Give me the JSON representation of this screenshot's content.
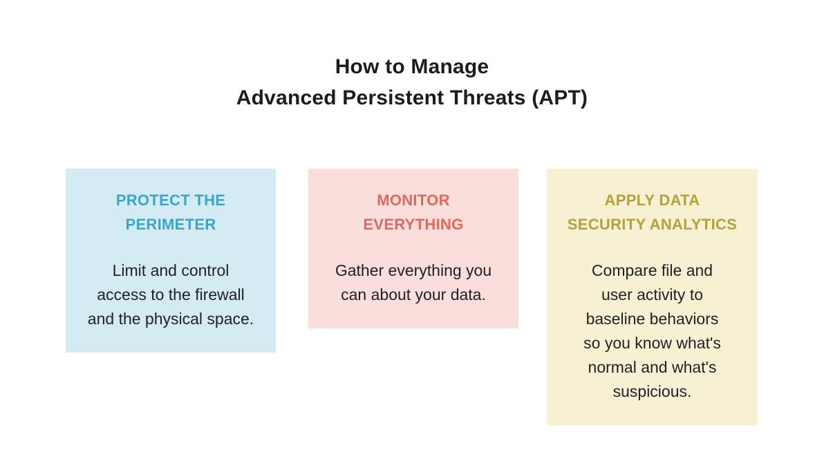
{
  "page": {
    "title": "How to Manage\nAdvanced Persistent Threats (APT)",
    "title_color": "#1b1c1e",
    "background_color": "#ffffff",
    "body_text_color": "#1f2023"
  },
  "cards": [
    {
      "heading": "PROTECT THE\nPERIMETER",
      "body": "Limit and control\naccess to the firewall\nand the physical space.",
      "heading_color": "#38a6cb",
      "bg_color": "#d5ebf4"
    },
    {
      "heading": "MONITOR\nEVERYTHING",
      "body": "Gather everything you\ncan about your data.",
      "heading_color": "#e2685e",
      "bg_color": "#f9dedb"
    },
    {
      "heading": "APPLY DATA\nSECURITY ANALYTICS",
      "body": "Compare file and\nuser activity to\nbaseline behaviors\nso you know what's\nnormal and what's\nsuspicious.",
      "heading_color": "#b1a23a",
      "bg_color": "#f7f0d2"
    }
  ]
}
